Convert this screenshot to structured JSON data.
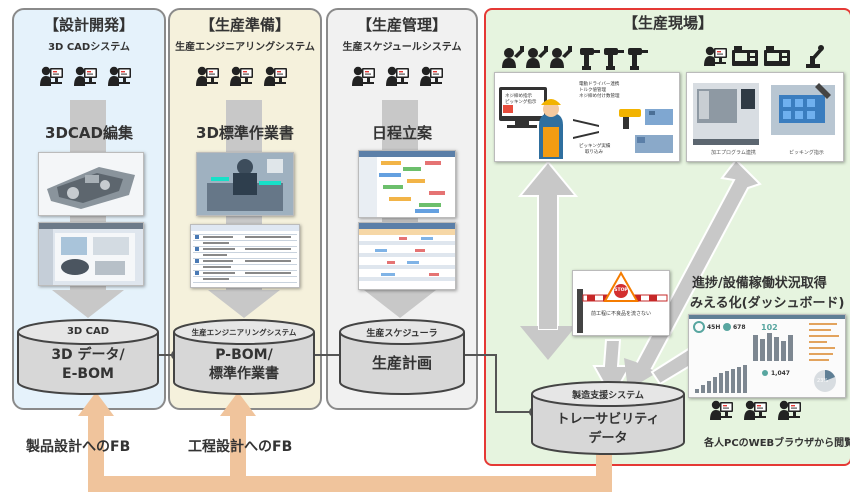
{
  "panels": {
    "design": {
      "title": "【設計開発】",
      "subtitle": "3D CADシステム",
      "activity": "3DCAD編集",
      "db_top": "3D CAD",
      "db_main_1": "3D データ/",
      "db_main_2": "E-BOM"
    },
    "prep": {
      "title": "【生産準備】",
      "subtitle": "生産エンジニアリングシステム",
      "activity": "3D標準作業書",
      "db_top": "生産エンジニアリングシステム",
      "db_main_1": "P-BOM/",
      "db_main_2": "標準作業書"
    },
    "mgmt": {
      "title": "【生産管理】",
      "subtitle": "生産スケジュールシステム",
      "activity": "日程立案",
      "db_top": "生産スケジューラ",
      "db_main_1": "生産計画"
    },
    "floor": {
      "title": "【生産現場】",
      "db_top": "製造支援システム",
      "db_main_1": "トレーサビリティ",
      "db_main_2": "データ",
      "dashboard_title_1": "進捗/設備稼働状況取得",
      "dashboard_title_2": "みえる化(ダッシュボード)",
      "browser_note": "各人PCのWEBブラウザから閲覧",
      "work_notes": [
        "ネジ締め指示",
        "ピッキング指示",
        "電動ドライバー連携",
        "トルク値管理",
        "ネジ締め付け数管理",
        "ピッキング実績",
        "取り込み"
      ],
      "machine_labels": [
        "加工プログラム連携",
        "ピッキング指示"
      ],
      "stop_label": "STOP",
      "stop_note": "前工程に不良品を流さない"
    }
  },
  "feedback": {
    "product": "製品設計へのFB",
    "process": "工程設計へのFB"
  },
  "dashboard": {
    "kpi_1": "45H",
    "kpi_2": "678",
    "kpi_3": "102",
    "kpi_4": "1,047",
    "gauge": "23%"
  },
  "colors": {
    "design_bg": "#e5f2fb",
    "prep_bg": "#f5f1dc",
    "mgmt_bg": "#f1f1f1",
    "floor_bg": "#e6f4df",
    "floor_border": "#e53935",
    "fb_arrow": "#f0c49c",
    "grey_arrow": "#c8c8c8",
    "db_fill": "#d7d7d7"
  }
}
